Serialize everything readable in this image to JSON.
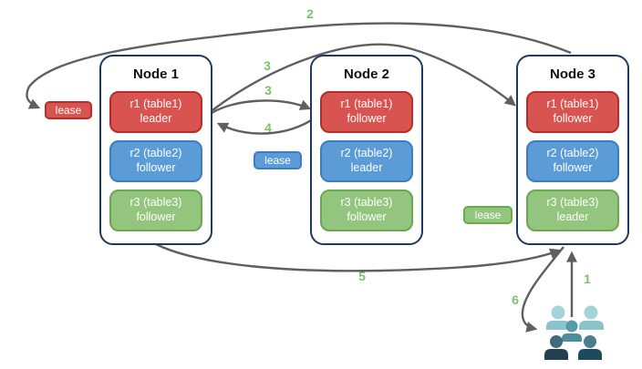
{
  "nodes": [
    {
      "title": "Node 1",
      "ranges": [
        {
          "name": "r1 (table1)",
          "role": "leader"
        },
        {
          "name": "r2 (table2)",
          "role": "follower"
        },
        {
          "name": "r3 (table3)",
          "role": "follower"
        }
      ]
    },
    {
      "title": "Node 2",
      "ranges": [
        {
          "name": "r1 (table1)",
          "role": "follower"
        },
        {
          "name": "r2 (table2)",
          "role": "leader"
        },
        {
          "name": "r3 (table3)",
          "role": "follower"
        }
      ]
    },
    {
      "title": "Node 3",
      "ranges": [
        {
          "name": "r1 (table1)",
          "role": "follower"
        },
        {
          "name": "r2 (table2)",
          "role": "follower"
        },
        {
          "name": "r3 (table3)",
          "role": "leader"
        }
      ]
    }
  ],
  "leases": [
    {
      "label": "lease",
      "color": "#d85450"
    },
    {
      "label": "lease",
      "color": "#5b9cd6"
    },
    {
      "label": "lease",
      "color": "#93c57e"
    }
  ],
  "steps": {
    "s1": "1",
    "s2": "2",
    "s3_upper": "3",
    "s3_lower": "3",
    "s4": "4",
    "s5": "5",
    "s6": "6"
  },
  "colors": {
    "range_red": "#d85450",
    "range_red_border": "#b92c28",
    "range_blue": "#5b9cd6",
    "range_blue_border": "#3d7dc4",
    "range_green": "#93c57e",
    "range_green_border": "#69a84e",
    "node_border": "#1f3a60",
    "arrow": "#5f5f5f",
    "step_label": "#80c169"
  },
  "icons": {
    "users": "users-group-icon"
  }
}
